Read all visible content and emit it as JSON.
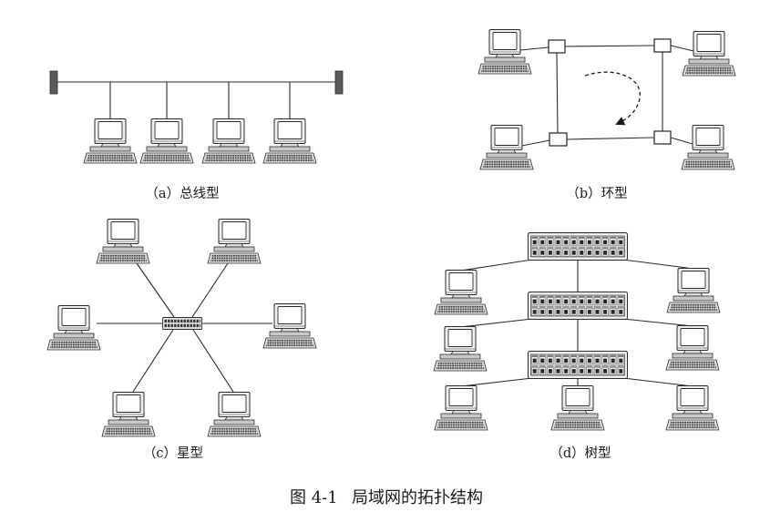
{
  "figure": {
    "number": "图 4-1",
    "title": "局域网的拓扑结构"
  },
  "panels": [
    {
      "label": "（a）总线型"
    },
    {
      "label": "（b）环型"
    },
    {
      "label": "（c）星型"
    },
    {
      "label": "（d）树型"
    }
  ],
  "icons": {
    "computer": "computer-icon",
    "hub": "hub-icon",
    "switch": "switch-icon",
    "ring_node": "ring-node-icon",
    "terminator": "terminator-icon"
  }
}
